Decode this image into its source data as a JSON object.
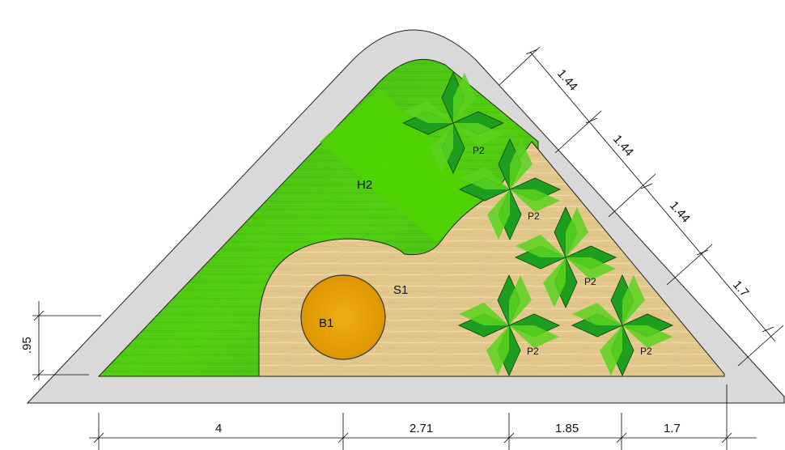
{
  "zones": {
    "hedge": "H2",
    "surface": "S1",
    "bed": "B1"
  },
  "plants": [
    {
      "label": "P2"
    },
    {
      "label": "P2"
    },
    {
      "label": "P2"
    },
    {
      "label": "P2"
    },
    {
      "label": "P2"
    }
  ],
  "dimensions": {
    "bottom": [
      "4",
      "2.71",
      "1.85",
      "1.7"
    ],
    "right": [
      "1.44",
      "1.44",
      "1.44",
      "1.7"
    ],
    "left": ".95"
  },
  "colors": {
    "border": "#d9d9d9",
    "grass_dark": "#38b01f",
    "grass_light": "#4fd400",
    "sand": "#e3c88a",
    "bed": "#e8a20a",
    "plant_dark": "#1e9e1e",
    "plant_light": "#5ad21e"
  }
}
